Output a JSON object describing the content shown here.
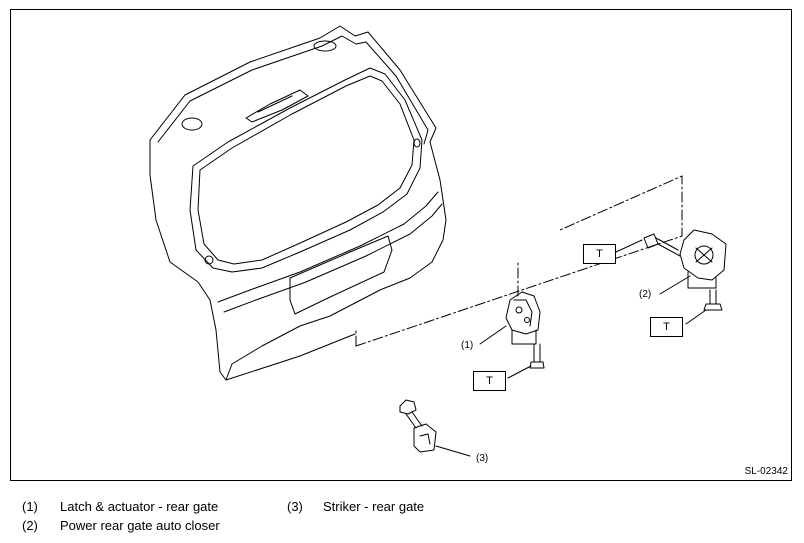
{
  "figure_id": "SL-02342",
  "torque_marker": "T",
  "callouts": {
    "c1": "(1)",
    "c2": "(2)",
    "c3": "(3)"
  },
  "legend": [
    {
      "num": "(1)",
      "text": "Latch & actuator - rear gate"
    },
    {
      "num": "(2)",
      "text": "Power rear gate auto closer"
    },
    {
      "num": "(3)",
      "text": "Striker - rear gate"
    }
  ]
}
